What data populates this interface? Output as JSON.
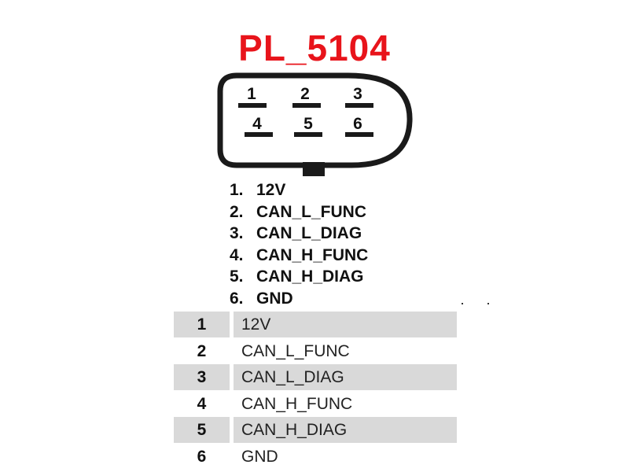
{
  "title": "PL_5104",
  "colors": {
    "title": "#e8141b",
    "shaded_row": "#d9d9d9"
  },
  "connector": {
    "pins": [
      "1",
      "2",
      "3",
      "4",
      "5",
      "6"
    ]
  },
  "legend": [
    {
      "num": "1.",
      "label": "12V"
    },
    {
      "num": "2.",
      "label": "CAN_L_FUNC"
    },
    {
      "num": "3.",
      "label": "CAN_L_DIAG"
    },
    {
      "num": "4.",
      "label": "CAN_H_FUNC"
    },
    {
      "num": "5.",
      "label": "CAN_H_DIAG"
    },
    {
      "num": "6.",
      "label": "GND"
    }
  ],
  "table": [
    {
      "num": "1",
      "label": "12V",
      "shaded": true
    },
    {
      "num": "2",
      "label": "CAN_L_FUNC",
      "shaded": false
    },
    {
      "num": "3",
      "label": "CAN_L_DIAG",
      "shaded": true
    },
    {
      "num": "4",
      "label": "CAN_H_FUNC",
      "shaded": false
    },
    {
      "num": "5",
      "label": "CAN_H_DIAG",
      "shaded": true
    },
    {
      "num": "6",
      "label": "GND",
      "shaded": false
    }
  ]
}
